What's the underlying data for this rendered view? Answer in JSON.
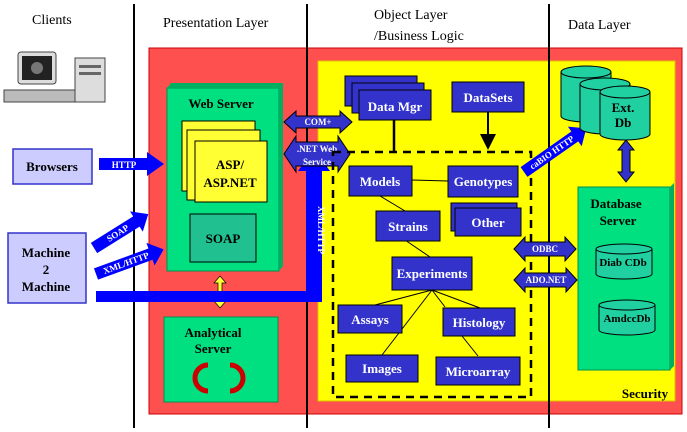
{
  "headers": {
    "clients": "Clients",
    "presentation": "Presentation Layer",
    "object_line1": "Object Layer",
    "object_line2": "/Business Logic",
    "data": "Data Layer"
  },
  "clients": {
    "browsers": "Browsers",
    "m2m_line1": "Machine",
    "m2m_line2": "2",
    "m2m_line3": "Machine"
  },
  "presentation": {
    "web_server": "Web Server",
    "asp_line1": "ASP/",
    "asp_line2": "ASP.NET",
    "soap": "SOAP",
    "analytical_line1": "Analytical",
    "analytical_line2": "Server"
  },
  "connectors": {
    "http": "HTTP",
    "soap": "SOAP",
    "xml_http": "XML/HTTP",
    "xml_http_vertical": "XML/HTTP",
    "com_plus": "COM+",
    "net_ws_line1": ".NET Web",
    "net_ws_line2": "Service",
    "cabio_http": "caBIO HTTP",
    "odbc": "ODBC",
    "ado_net": "ADO.NET"
  },
  "objects": {
    "data_mgr": "Data Mgr",
    "datasets": "DataSets",
    "models": "Models",
    "genotypes": "Genotypes",
    "other": "Other",
    "strains": "Strains",
    "experiments": "Experiments",
    "assays": "Assays",
    "histology": "Histology",
    "images": "Images",
    "microarray": "Microarray"
  },
  "data_layer": {
    "ext_db_line1": "Ext.",
    "ext_db_line2": "Db",
    "db_server_line1": "Database",
    "db_server_line2": "Server",
    "diab_cdb": "Diab CDb",
    "amdcc_db": "AmdccDb"
  },
  "security": "Security",
  "colors": {
    "security_red": "#ff5050",
    "business_yellow": "#ffff00",
    "object_blue": "#3333cc",
    "server_green": "#00e080",
    "client_lavender": "#ccccff"
  }
}
